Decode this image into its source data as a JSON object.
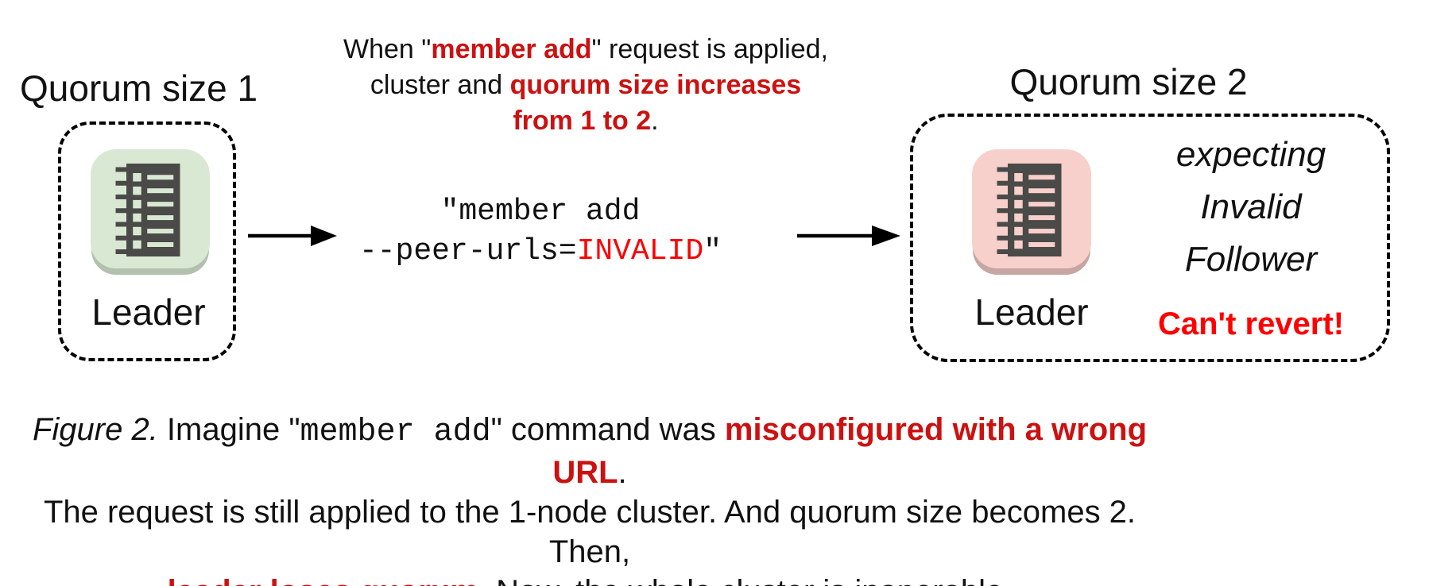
{
  "figure": {
    "left_cluster": {
      "title": "Quorum size 1",
      "node_label": "Leader"
    },
    "right_cluster": {
      "title": "Quorum size 2",
      "node_label": "Leader",
      "status_line1": "expecting",
      "status_line2": "Invalid",
      "status_line3": "Follower",
      "warning": "Can't revert!"
    },
    "annotation": {
      "l1a": "When \"",
      "l1b": "member add",
      "l1c": "\" request is applied,",
      "l2a": "cluster and ",
      "l2b": "quorum size increases",
      "l3a": "from 1 to 2",
      "l3b": "."
    },
    "command": {
      "l1": "\"member add",
      "l2a": "--peer-urls=",
      "l2b": "INVALID",
      "l2c": "\""
    },
    "caption": {
      "l1a": "Figure 2.",
      "l1b": " Imagine \"",
      "l1c": "member add",
      "l1d": "\" command was ",
      "l1e": "misconfigured with a wrong URL",
      "l1f": ".",
      "l2": "The request is still applied to the 1-node cluster. And quorum size becomes 2. Then,",
      "l3a": "leader loses quorum",
      "l3b": ". Now, the whole cluster is inoperable."
    },
    "icons": {
      "left_node": "server-list-icon",
      "right_node": "server-list-icon",
      "arrow1": "right-arrow-icon",
      "arrow2": "right-arrow-icon"
    }
  },
  "colors": {
    "emphasis_red": "#cc1111",
    "alert_red": "#ff0000",
    "text_black": "#111111",
    "left_node_bg": "#d9e8d3",
    "left_node_shadow": "#b2c0ad",
    "right_node_bg": "#f7cfcb",
    "right_node_shadow": "#c6a5a2",
    "node_glyph": "#4a4a48"
  }
}
